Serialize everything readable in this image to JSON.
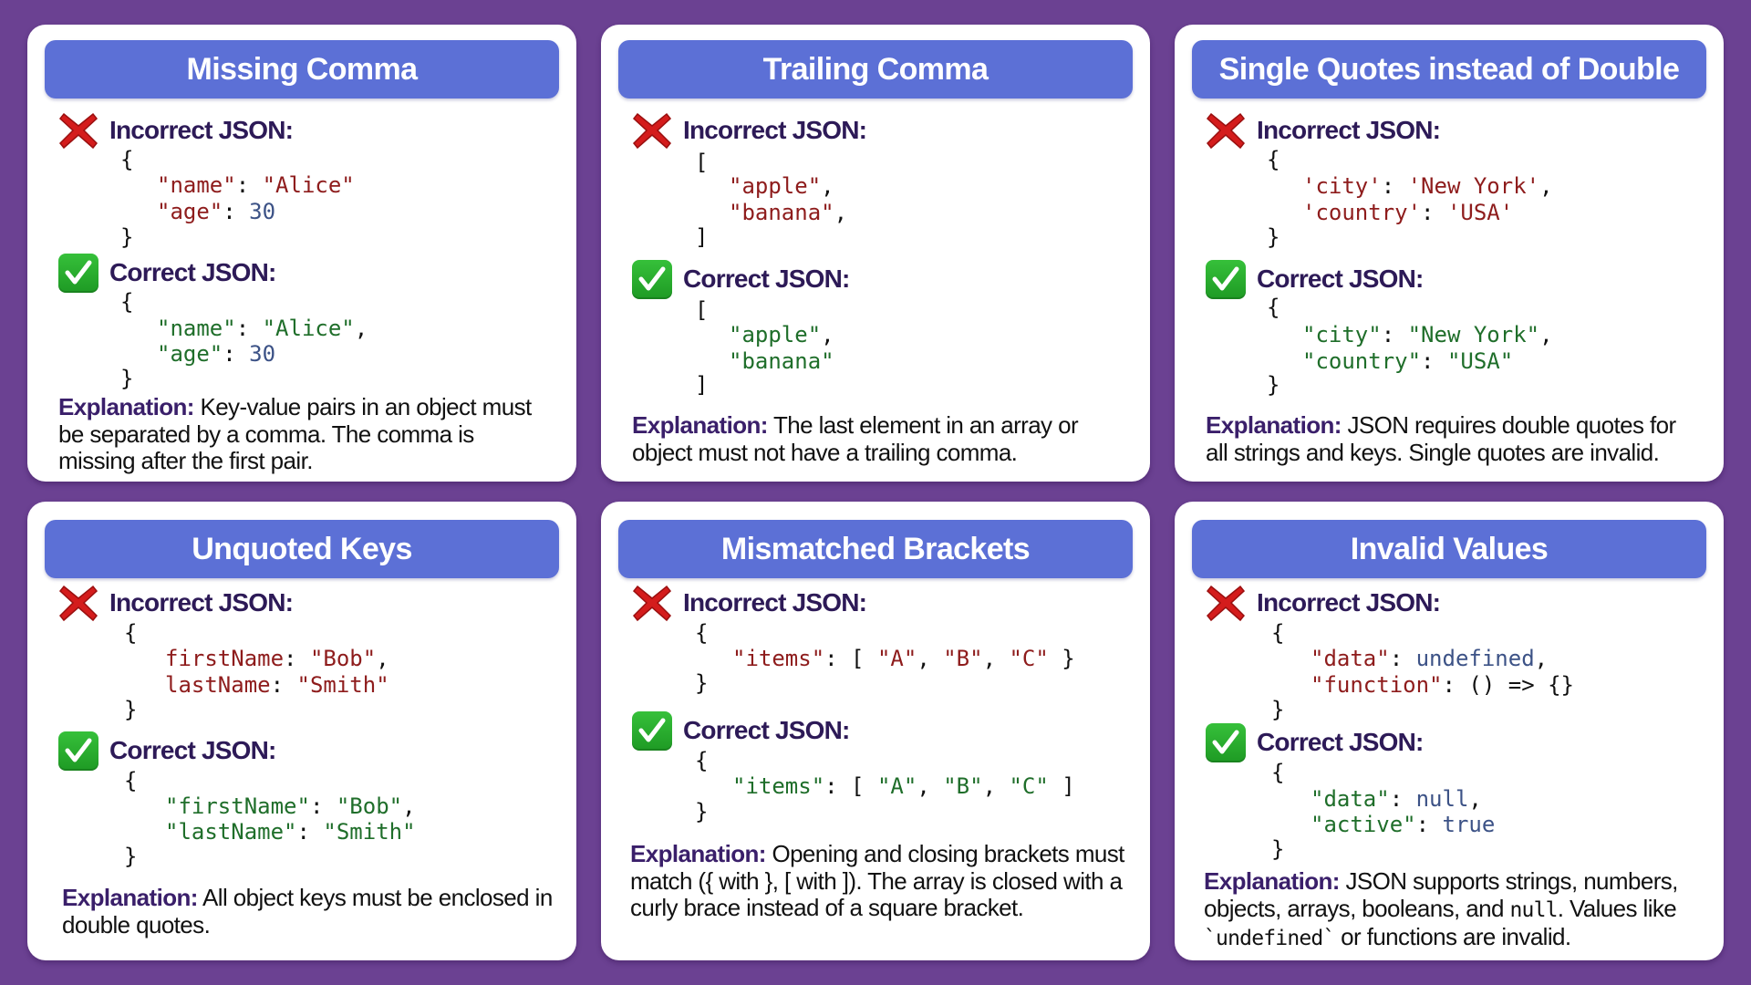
{
  "colors": {
    "background": "#6b4192",
    "header": "#5c70d6",
    "label": "#2d1a57",
    "incorrect_code": "#8e1c1c",
    "correct_code": "#1f6e2a",
    "literal": "#3c5286",
    "x_icon": "#d41c1c",
    "check_icon": "#22a82a"
  },
  "labels": {
    "incorrect": "Incorrect JSON:",
    "correct": "Correct JSON:",
    "explanation": "Explanation:"
  },
  "icons": {
    "incorrect": "red-x-cross-icon",
    "correct": "green-checkmark-icon"
  },
  "cards": [
    {
      "title": "Missing Comma",
      "incorrect": [
        "{",
        "\"name\": \"Alice\"",
        "\"age\": 30",
        "}"
      ],
      "correct": [
        "{",
        "\"name\": \"Alice\",",
        "\"age\": 30",
        "}"
      ],
      "explanation": "Key-value pairs in an object must be separated by a comma. The comma is missing after the first pair."
    },
    {
      "title": "Trailing Comma",
      "incorrect": [
        "[",
        "\"apple\",",
        "\"banana\",",
        "]"
      ],
      "correct": [
        "[",
        "\"apple\",",
        "\"banana\"",
        "]"
      ],
      "explanation": "The last element in an array or object must not have a trailing comma."
    },
    {
      "title": "Single Quotes instead of Double",
      "incorrect": [
        "{",
        "'city': 'New York',",
        "'country': 'USA'",
        "}"
      ],
      "correct": [
        "{",
        "\"city\": \"New York\",",
        "\"country\": \"USA\"",
        "}"
      ],
      "explanation": "JSON requires double quotes for all strings and keys. Single quotes are invalid."
    },
    {
      "title": "Unquoted Keys",
      "incorrect": [
        "{",
        "firstName: \"Bob\",",
        "lastName: \"Smith\"",
        "}"
      ],
      "correct": [
        "{",
        "\"firstName\": \"Bob\",",
        "\"lastName\": \"Smith\"",
        "}"
      ],
      "explanation": "All object keys must be enclosed in double quotes."
    },
    {
      "title": "Mismatched Brackets",
      "incorrect": [
        "{",
        "\"items\": [ \"A\", \"B\", \"C\" }",
        "}"
      ],
      "correct": [
        "{",
        "\"items\": [ \"A\", \"B\", \"C\" ]",
        "}"
      ],
      "explanation_parts": [
        "Opening and closing brackets must match ({ with }, [ with ]). The array is closed with a curly brace instead of a square bracket."
      ]
    },
    {
      "title": "Invalid Values",
      "incorrect": [
        "{",
        "\"data\": undefined,",
        "\"function\": () => {}",
        "}"
      ],
      "correct": [
        "{",
        "\"data\": null,",
        "\"active\": true",
        "}"
      ],
      "explanation_parts": [
        "JSON supports strings, numbers, objects, arrays, booleans, and ",
        "null",
        ". Values like ",
        "`undefined`",
        " or functions are invalid."
      ]
    }
  ]
}
